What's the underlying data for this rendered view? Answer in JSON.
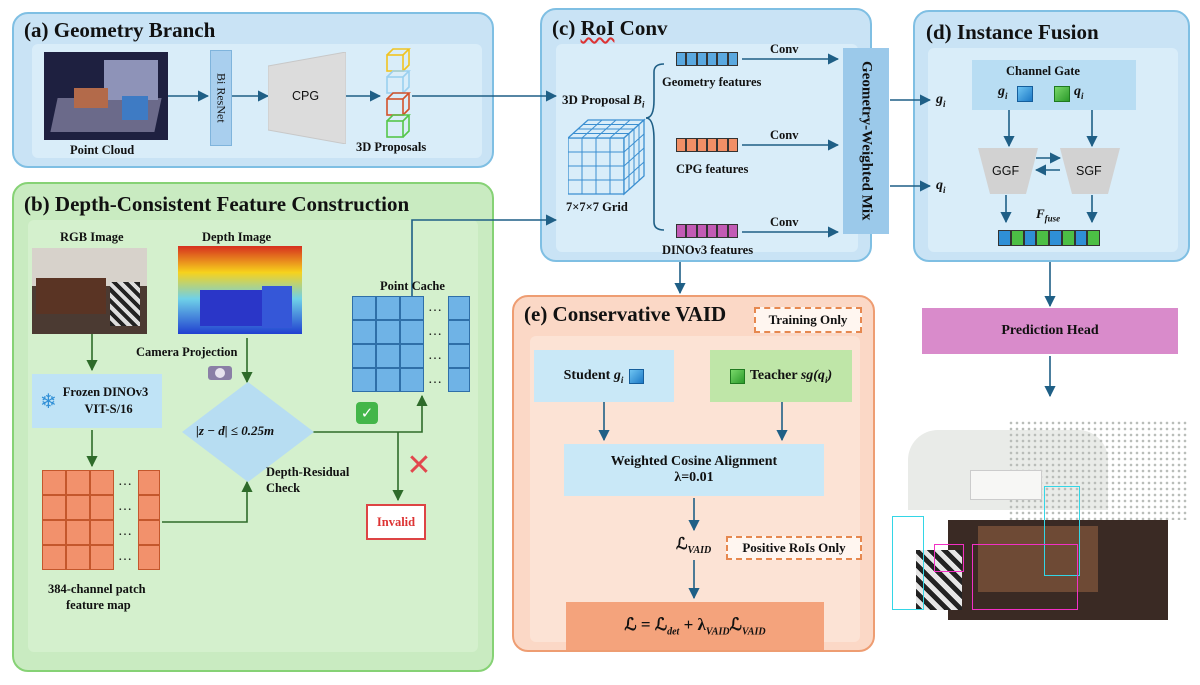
{
  "panels": {
    "a_title": "(a) Geometry Branch",
    "b_title": "(b) Depth-Consistent Feature Construction",
    "c_title_prefix": "(c) ",
    "c_title_roi": "RoI",
    "c_title_suffix": " Conv",
    "d_title": "(d) Instance Fusion",
    "e_title": "(e) Conservative VAID"
  },
  "geometry": {
    "point_cloud": "Point Cloud",
    "backbone": "Bi ResNet",
    "cpg": "CPG",
    "proposals": "3D Proposals"
  },
  "depth": {
    "rgb": "RGB Image",
    "depth_image": "Depth Image",
    "camera_projection": "Camera Projection",
    "frozen_line1": "Frozen DINOv3",
    "frozen_line2": "VIT-S/16",
    "check_expr": "|z − d| ≤ 0.25m",
    "check_label_1": "Depth-Residual",
    "check_label_2": "Check",
    "point_cache": "Point Cache",
    "invalid": "Invalid",
    "patch_line1": "384-channel patch",
    "patch_line2": "feature map",
    "dots": "…"
  },
  "roi": {
    "proposal_prefix": "3D Proposal ",
    "proposal_var": "B",
    "proposal_sub": "i",
    "grid": "7×7×7 Grid",
    "geo_features": "Geometry features",
    "cpg_features": "CPG features",
    "dino_features": "DINOv3 features",
    "conv": "Conv",
    "mix": "Geometry-Weighted Mix"
  },
  "fusion": {
    "g_var": "g",
    "q_var": "q",
    "sub_i": "i",
    "channel_gate": "Channel Gate",
    "ggf": "GGF",
    "sgf": "SGF",
    "f_var": "F",
    "f_sub": "fuse",
    "prediction": "Prediction Head"
  },
  "vaid": {
    "training_only": "Training Only",
    "student": "Student ",
    "teacher_prefix": "Teacher ",
    "teacher_expr": "sg(q",
    "teacher_close": ")",
    "alignment_line1": "Weighted Cosine Alignment",
    "alignment_line2": "λ=0.01",
    "l_vaid_base": "ℒ",
    "l_vaid_sub": "VAID",
    "positive_rois": "Positive RoIs Only",
    "final_l": "ℒ = ℒ",
    "final_det": "det",
    "final_plus": " + λ",
    "final_vaid1": "VAID",
    "final_l2": "ℒ",
    "final_vaid2": "VAID"
  },
  "colors": {
    "arrow": "#1f5f86",
    "green_arrow": "#2e6b2a",
    "geo_cell": "#5aa8df",
    "cpg_cell": "#f28f66",
    "dino_cell": "#c25bb5",
    "mix_box": "#9bc9ea",
    "pred_head": "#d98bcb",
    "align_box": "#c9e8f7",
    "teacher_box": "#bfe6a8",
    "final_box": "#f4a37c"
  }
}
